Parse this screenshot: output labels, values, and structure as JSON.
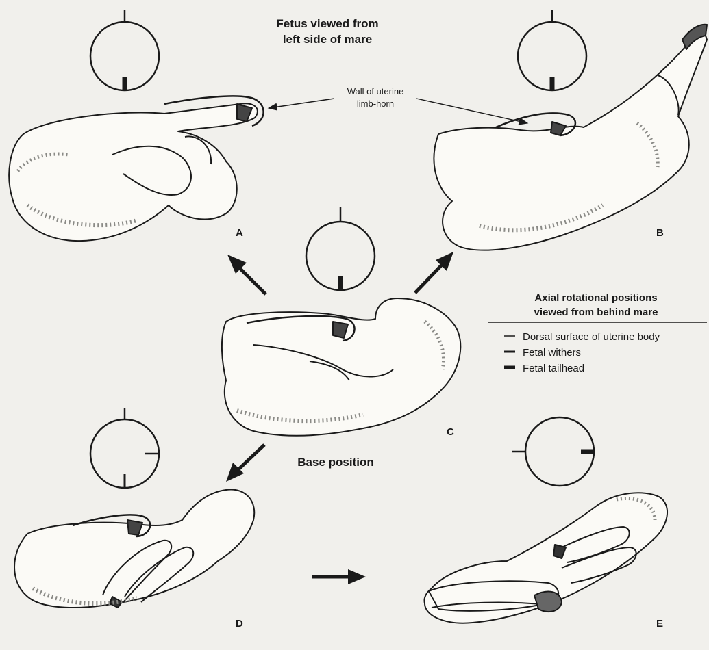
{
  "title_line1": "Fetus viewed from",
  "title_line2": "left side of mare",
  "wall_label_line1": "Wall of uterine",
  "wall_label_line2": "limb-horn",
  "panel_letters": {
    "a": "A",
    "b": "B",
    "c": "C",
    "d": "D",
    "e": "E"
  },
  "base_position_label": "Base position",
  "legend": {
    "heading_line1": "Axial rotational positions",
    "heading_line2": "viewed from behind mare",
    "items": [
      "Dorsal surface of uterine body",
      "Fetal withers",
      "Fetal tailhead"
    ]
  },
  "colors": {
    "ink": "#1a1a1a",
    "paper": "#f1f0ec",
    "fetus_fill": "#fbfaf6",
    "hatch": "#8a8a86"
  }
}
